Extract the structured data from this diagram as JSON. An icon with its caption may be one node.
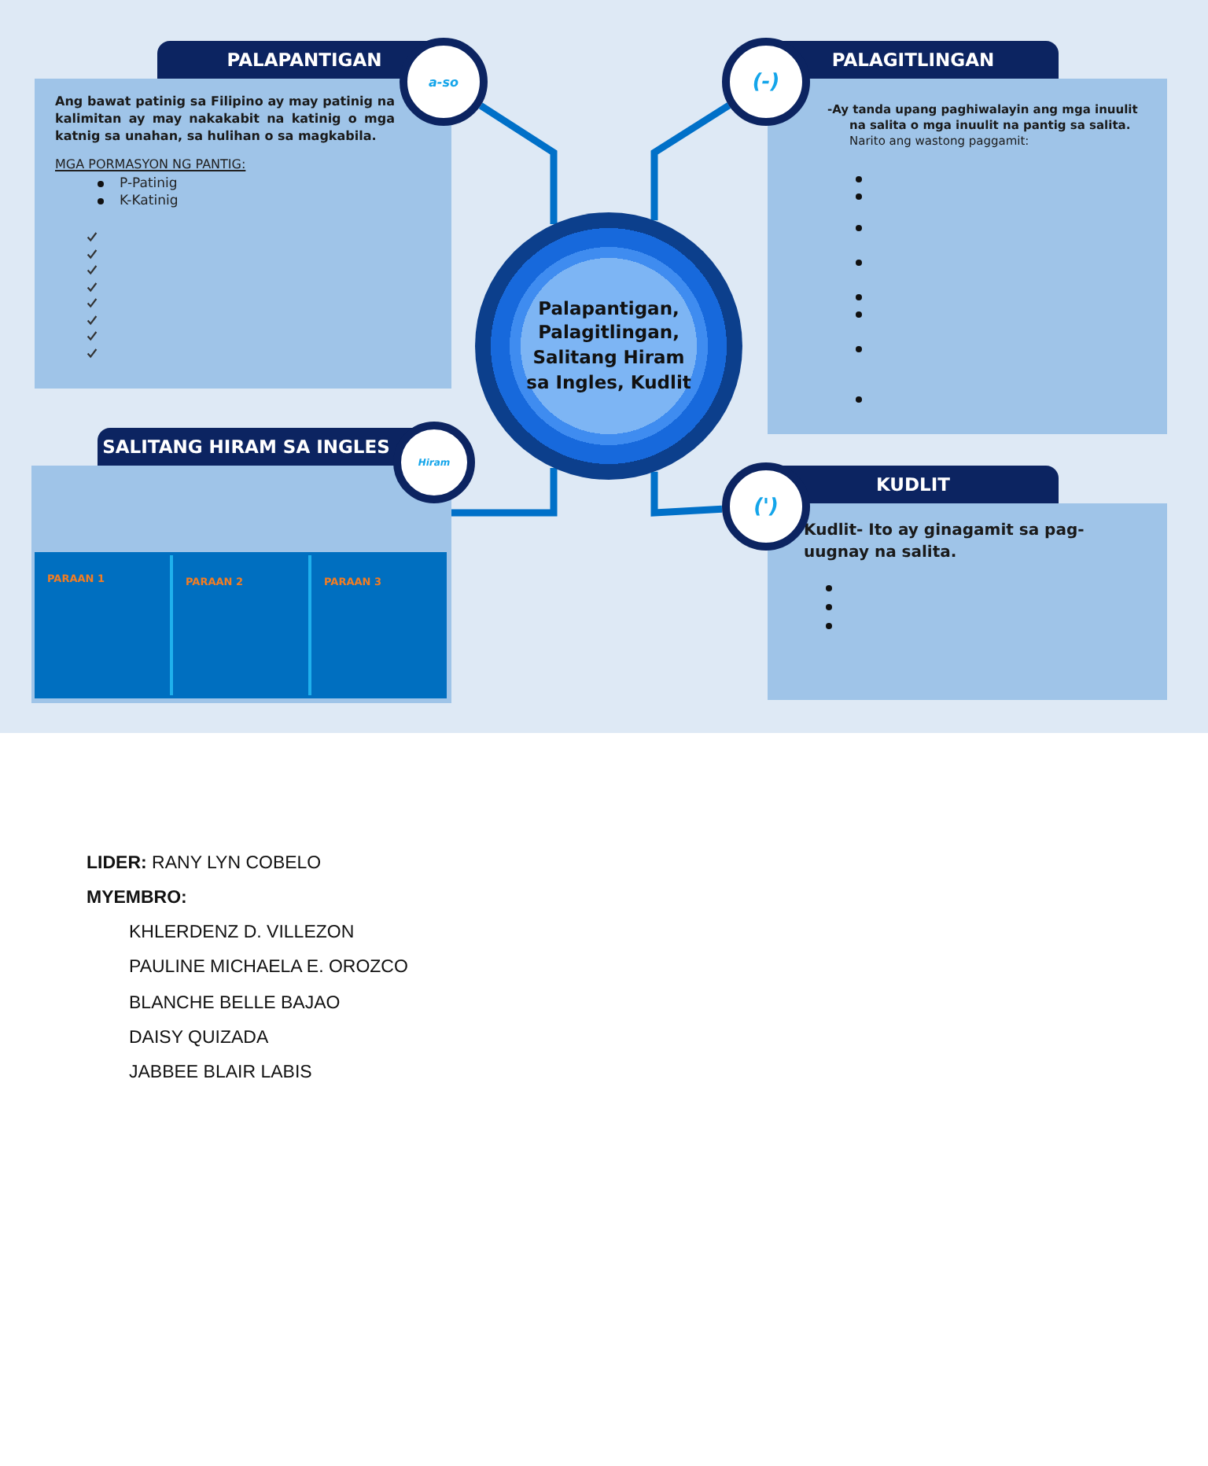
{
  "diagram": {
    "nodes": [
      {
        "text": [
          "Palapantigan, Palagitlingan, Salitang Hiram sa Ingles, Kudlit"
        ]
      },
      {
        "text": [
          "PALAPANTIGAN",
          "Ang bawat patinig sa Filipino ay may patinig na kalimitan ay may nakakabit na katinig o mga katnig sa unahan, sa hulihan o sa magkabila.",
          "MGA PORMASYON NG PANTIG:",
          "P-Patinig",
          "K-Katinig"
        ]
      },
      {
        "text": [
          "a-so"
        ]
      },
      {
        "text": [
          "PALAGITLINGAN",
          "**-Ay tanda upang paghiwalayin ang mga inuulit na salita o mga inuulit na pantig sa salita.** Narito ang wastong paggamit:"
        ]
      },
      {
        "text": [
          "(-)"
        ]
      },
      {
        "text": [
          "SALITANG HIRAM SA INGLES"
        ]
      },
      {
        "text": [
          "Hiram"
        ]
      },
      {
        "text": [
          "KUDLIT",
          "Kudlit- Ito ay ginagamit sa pag-uugnay na salita."
        ]
      },
      {
        "text": [
          "(')"
        ]
      }
    ],
    "edges": [
      {
        "from": 0,
        "to": 2,
        "arrow": "none"
      },
      {
        "from": 0,
        "to": 4,
        "arrow": "none"
      },
      {
        "from": 0,
        "to": 5,
        "arrow": "none"
      },
      {
        "from": 0,
        "to": 8,
        "arrow": "none"
      }
    ],
    "labels": [
      "PARAAN 1",
      "PARAAN 2",
      "PARAAN 3",
      "**LIDER:** RANY LYN COBELO",
      "MYEMBRO:",
      "KHLERDENZ D. VILLEZON",
      "PAULINE MICHAELA E. OROZCO",
      "BLANCHE BELLE BAJAO",
      "DAISY QUIZADA",
      "JABBEE BLAIR LABIS"
    ]
  }
}
